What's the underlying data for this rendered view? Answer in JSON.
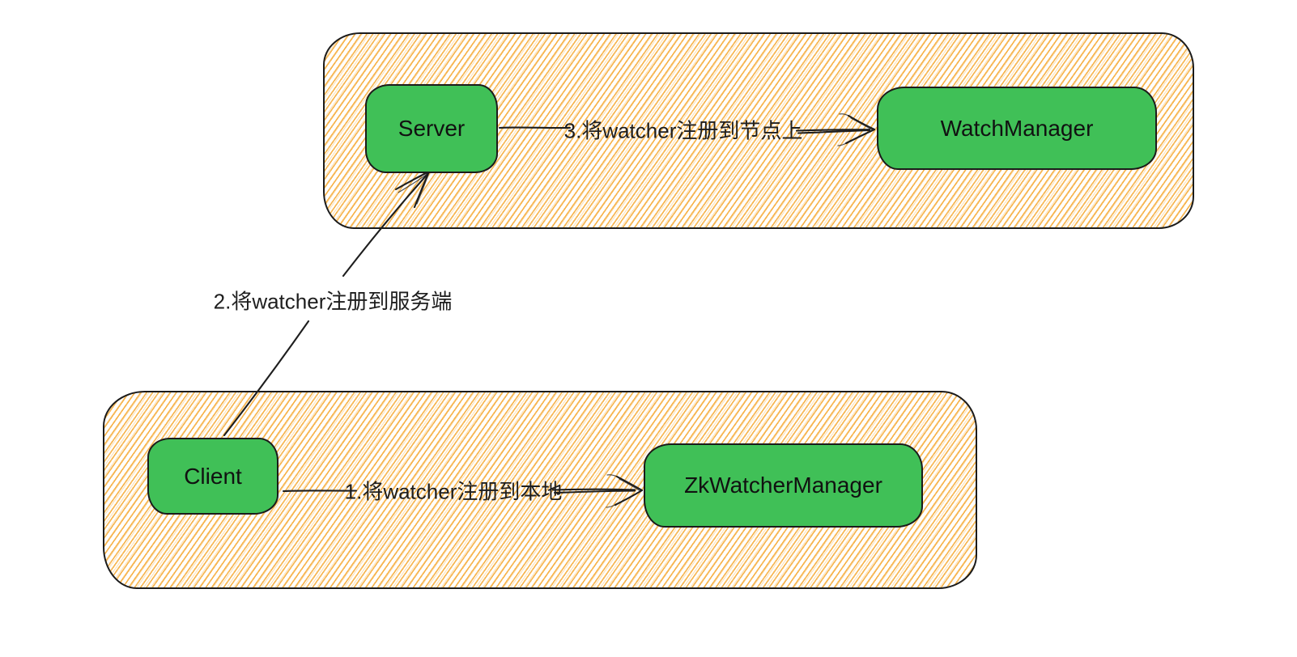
{
  "canvas": {
    "background": "#ffffff"
  },
  "colors": {
    "node_fill": "#40c057",
    "node_stroke": "#1b1b1b",
    "hatch": "#f6ad3c",
    "line": "#1e1e1e",
    "text": "#111111"
  },
  "nodes": {
    "server": {
      "label": "Server"
    },
    "watch_manager": {
      "label": "WatchManager"
    },
    "client": {
      "label": "Client"
    },
    "zk_watcher_manager": {
      "label": "ZkWatcherManager"
    }
  },
  "edges": {
    "register_local": {
      "label": "1.将watcher注册到本地",
      "from": "Client",
      "to": "ZkWatcherManager"
    },
    "register_server": {
      "label": "2.将watcher注册到服务端",
      "from": "Client",
      "to": "Server"
    },
    "register_node": {
      "label": "3.将watcher注册到节点上",
      "from": "Server",
      "to": "WatchManager"
    }
  }
}
